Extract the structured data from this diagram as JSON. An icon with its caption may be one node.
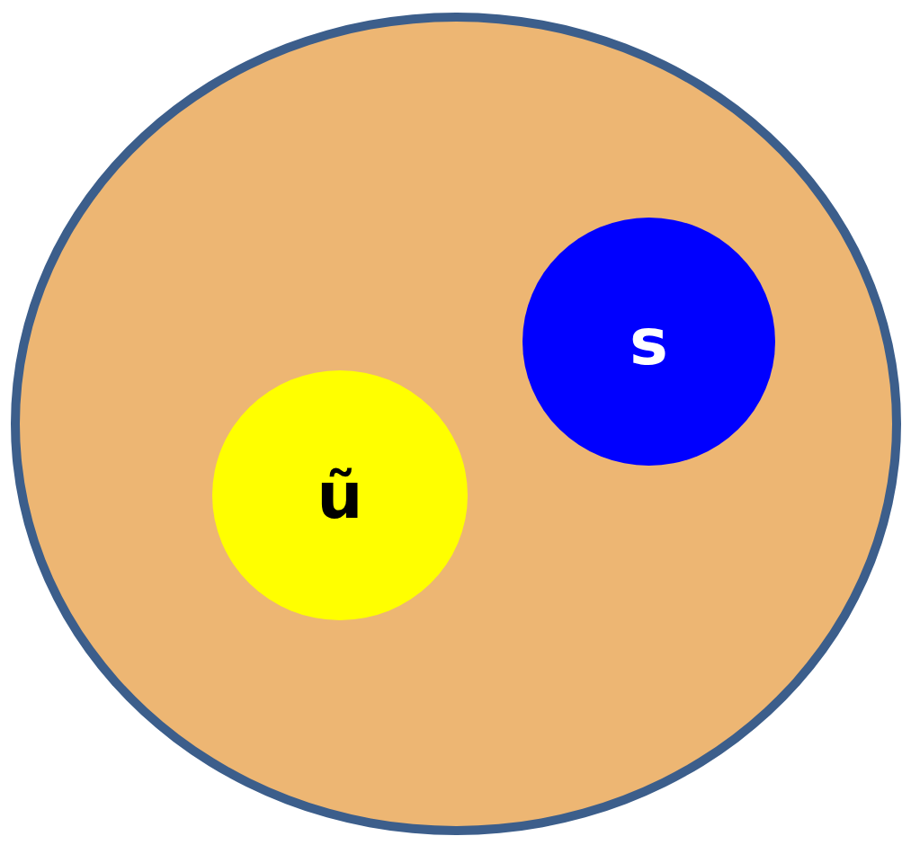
{
  "diagram": {
    "nodes": [
      {
        "text": [],
        "shape": "circle"
      },
      {
        "text": [
          "ũ"
        ],
        "in": 0
      },
      {
        "text": [
          "s"
        ],
        "in": 0
      }
    ]
  }
}
